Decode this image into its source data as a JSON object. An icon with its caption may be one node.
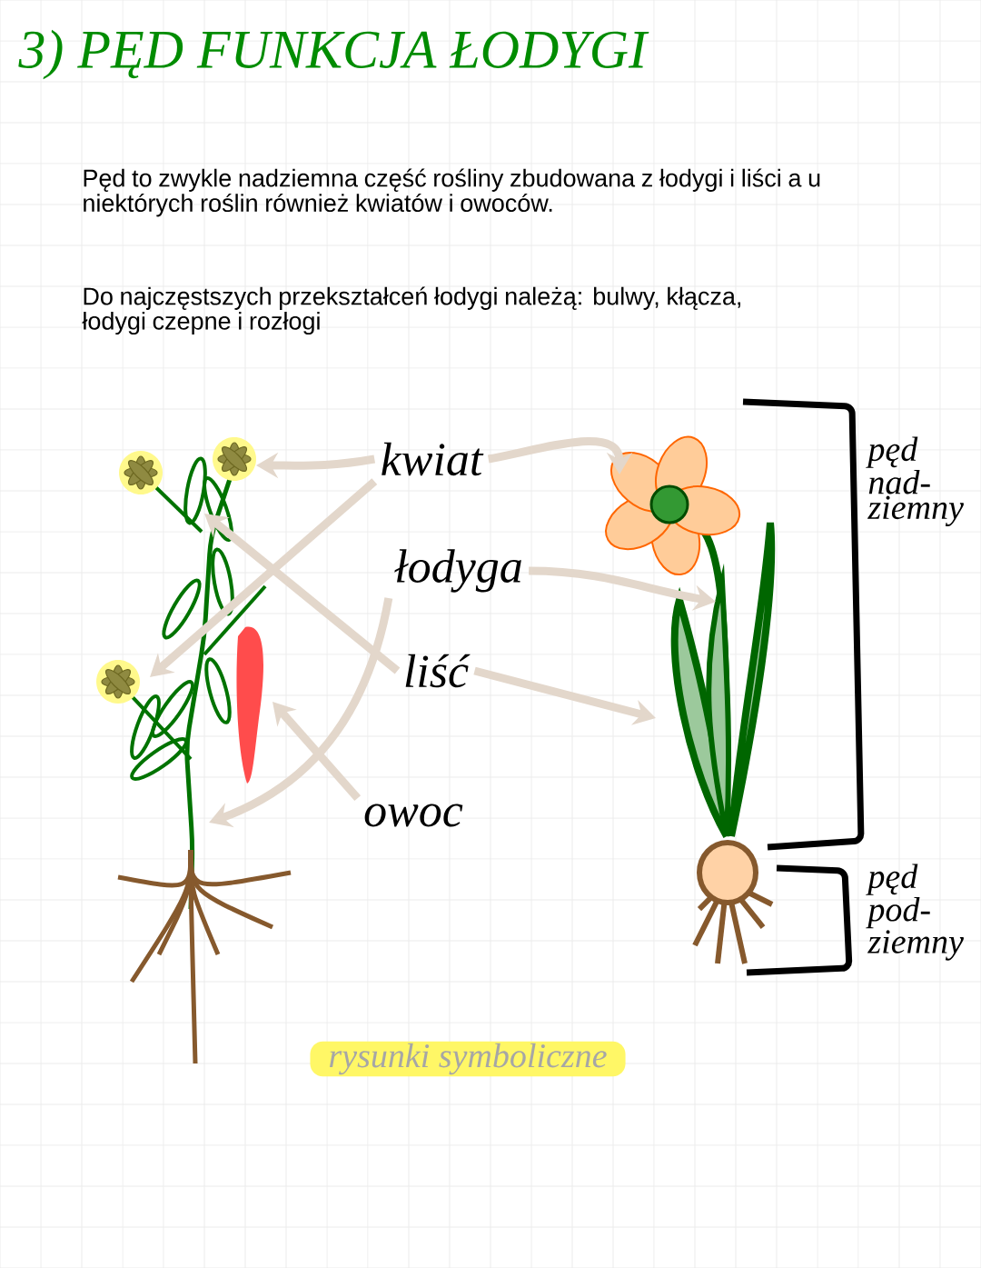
{
  "diagram": {
    "title": "3) PĘD FUNKCJA ŁODYGI",
    "nodes": [
      {
        "text": [
          "kwiat"
        ]
      },
      {
        "text": [
          "łodyga"
        ]
      },
      {
        "text": [
          "liść"
        ]
      },
      {
        "text": [
          "owoc"
        ]
      }
    ],
    "edges": [
      {
        "from": 0,
        "to": null,
        "arrow": "to"
      },
      {
        "from": 0,
        "to": null,
        "arrow": "to"
      },
      {
        "from": 0,
        "to": null,
        "arrow": "to"
      },
      {
        "from": 1,
        "to": null,
        "arrow": "to"
      },
      {
        "from": 1,
        "to": null,
        "arrow": "to"
      },
      {
        "from": 2,
        "to": null,
        "arrow": "to"
      },
      {
        "from": 2,
        "to": null,
        "arrow": "to"
      },
      {
        "from": 3,
        "to": null,
        "arrow": "to"
      }
    ],
    "labels": [
      "Pęd to zwykle nadziemna część rośliny zbudowana z łodygi i liści a u niektórych roślin również kwiatów i owoców.",
      "Do najczęstszych przekształceń łodygi należą: bulwy, kłącza, łodygi czepne i rozłogi",
      "pęd nad- ziemny",
      "pęd pod- ziemny",
      "rysunki symboliczne"
    ]
  }
}
